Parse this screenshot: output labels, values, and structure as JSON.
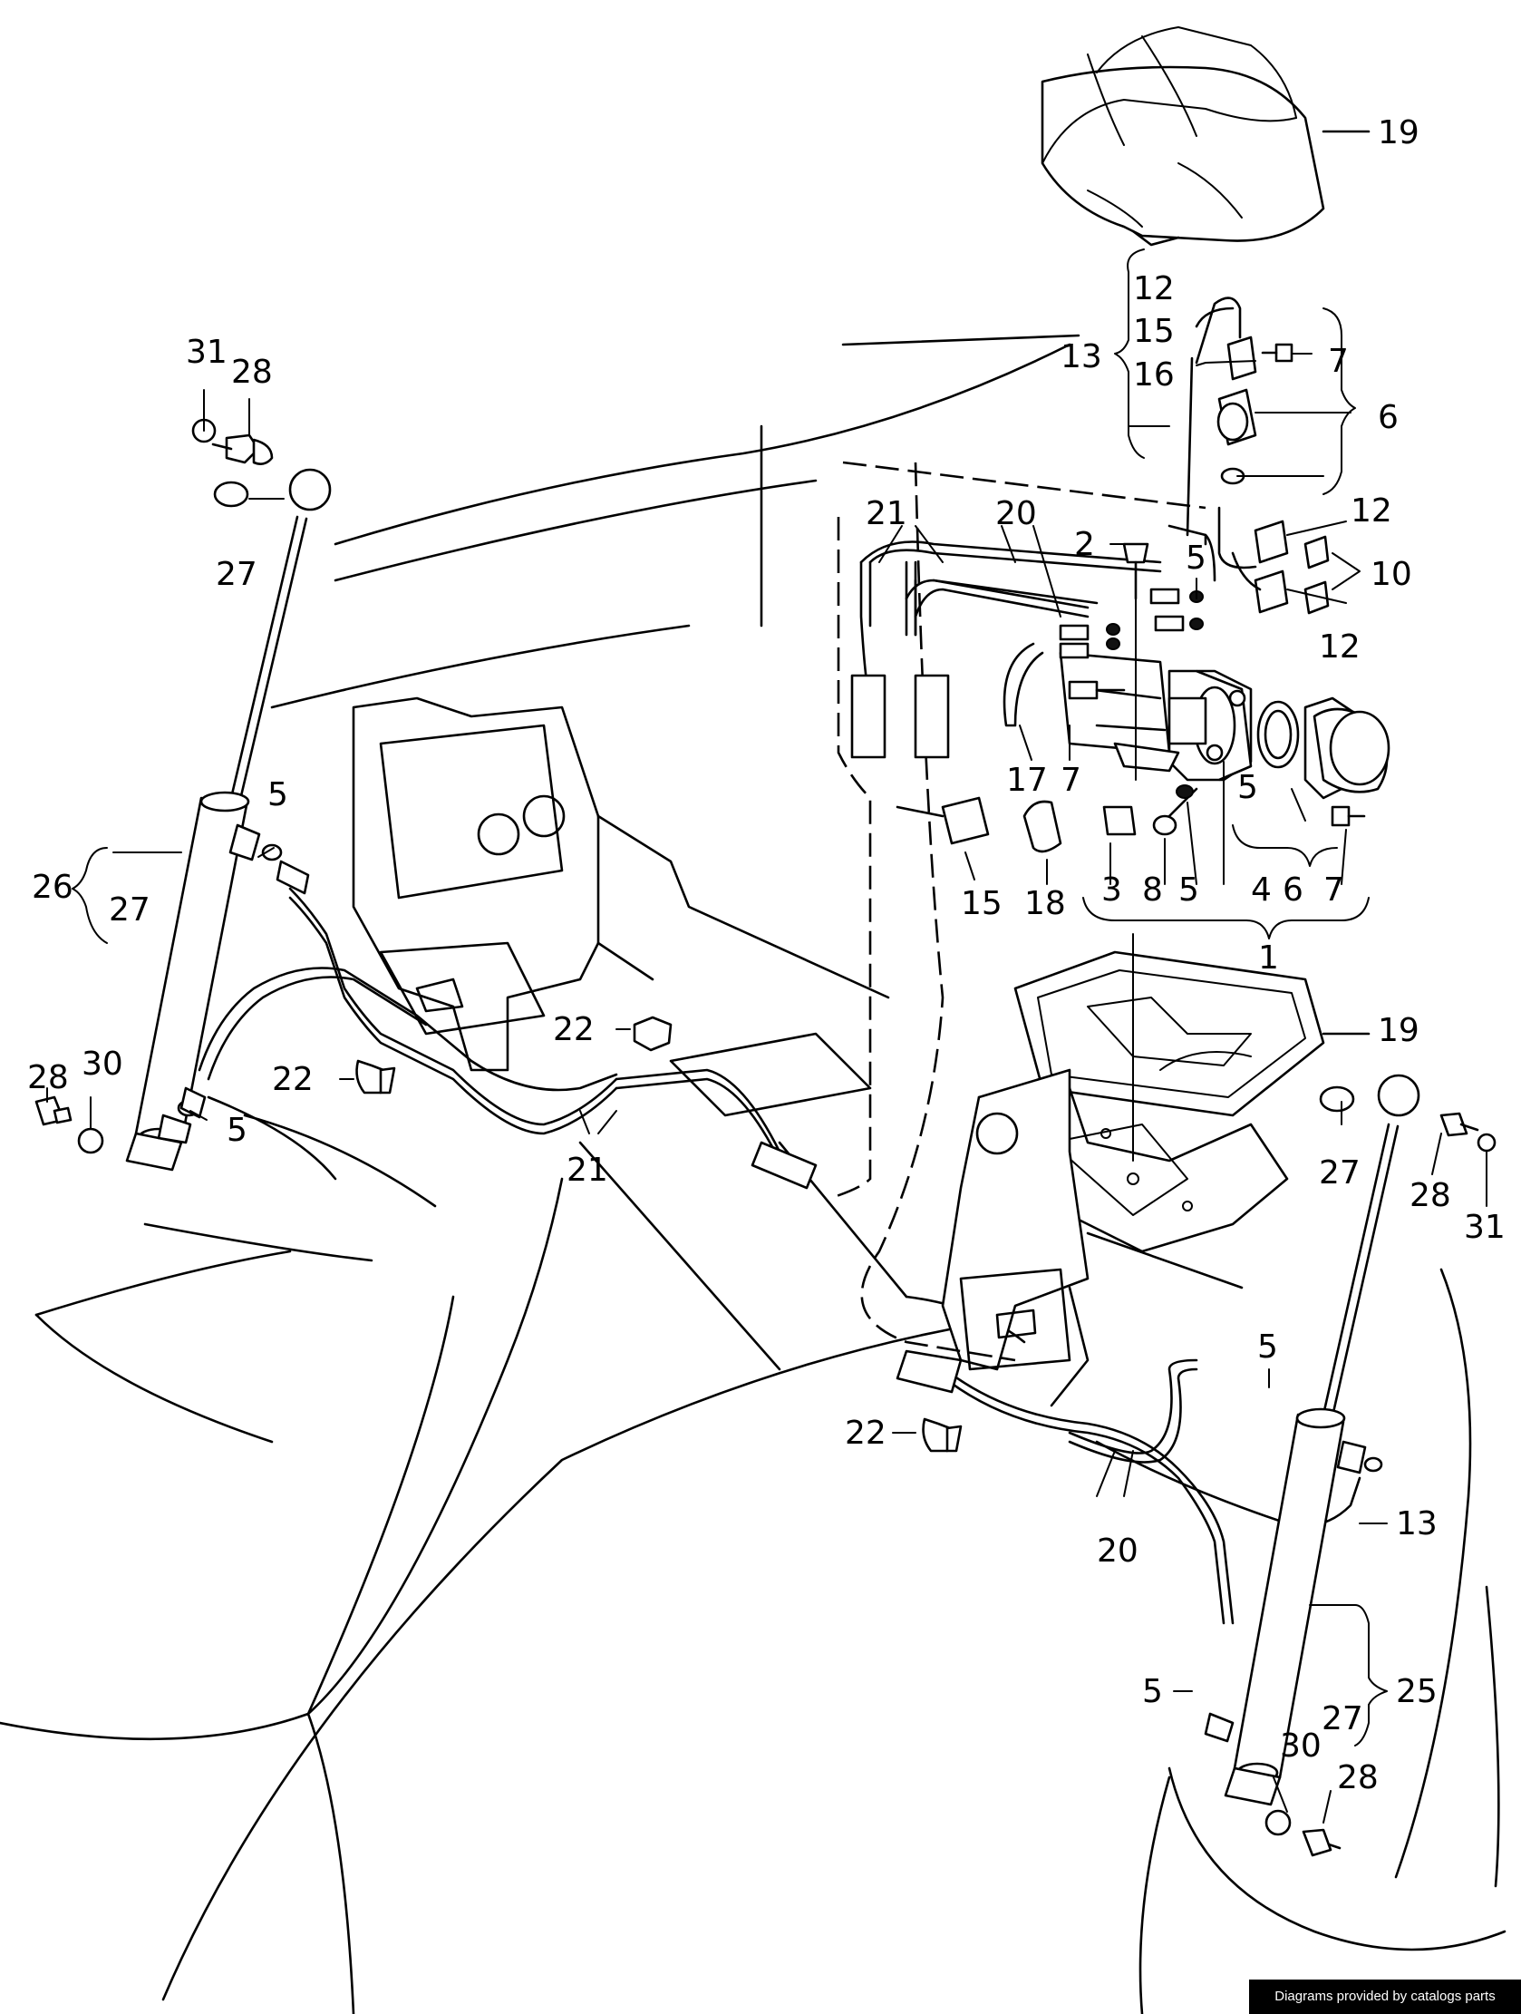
{
  "footer": {
    "credit": "Diagrams provided by catalogs parts"
  },
  "callouts": [
    {
      "id": "c1",
      "text": "19"
    },
    {
      "id": "c2",
      "text": "12"
    },
    {
      "id": "c3",
      "text": "15"
    },
    {
      "id": "c4",
      "text": "13"
    },
    {
      "id": "c5",
      "text": "16"
    },
    {
      "id": "c6",
      "text": "7"
    },
    {
      "id": "c7",
      "text": "6"
    },
    {
      "id": "c8",
      "text": "12"
    },
    {
      "id": "c9",
      "text": "10"
    },
    {
      "id": "c10",
      "text": "12"
    },
    {
      "id": "c11",
      "text": "21"
    },
    {
      "id": "c12",
      "text": "20"
    },
    {
      "id": "c13",
      "text": "2"
    },
    {
      "id": "c14",
      "text": "5"
    },
    {
      "id": "c15",
      "text": "17"
    },
    {
      "id": "c16",
      "text": "7"
    },
    {
      "id": "c17",
      "text": "5"
    },
    {
      "id": "c18",
      "text": "15"
    },
    {
      "id": "c19",
      "text": "18"
    },
    {
      "id": "c20",
      "text": "3"
    },
    {
      "id": "c21",
      "text": "8"
    },
    {
      "id": "c22",
      "text": "5"
    },
    {
      "id": "c23",
      "text": "4"
    },
    {
      "id": "c24",
      "text": "6"
    },
    {
      "id": "c25",
      "text": "7"
    },
    {
      "id": "c26",
      "text": "1"
    },
    {
      "id": "c27",
      "text": "19"
    },
    {
      "id": "c28",
      "text": "31"
    },
    {
      "id": "c29",
      "text": "28"
    },
    {
      "id": "c30",
      "text": "27"
    },
    {
      "id": "c31",
      "text": "5"
    },
    {
      "id": "c32",
      "text": "26"
    },
    {
      "id": "c33",
      "text": "27"
    },
    {
      "id": "c34",
      "text": "28"
    },
    {
      "id": "c35",
      "text": "30"
    },
    {
      "id": "c36",
      "text": "5"
    },
    {
      "id": "c37",
      "text": "22"
    },
    {
      "id": "c38",
      "text": "22"
    },
    {
      "id": "c39",
      "text": "21"
    },
    {
      "id": "c40",
      "text": "27"
    },
    {
      "id": "c41",
      "text": "28"
    },
    {
      "id": "c42",
      "text": "31"
    },
    {
      "id": "c43",
      "text": "5"
    },
    {
      "id": "c44",
      "text": "22"
    },
    {
      "id": "c45",
      "text": "20"
    },
    {
      "id": "c46",
      "text": "13"
    },
    {
      "id": "c47",
      "text": "25"
    },
    {
      "id": "c48",
      "text": "27"
    },
    {
      "id": "c49",
      "text": "5"
    },
    {
      "id": "c50",
      "text": "30"
    },
    {
      "id": "c51",
      "text": "28"
    }
  ]
}
